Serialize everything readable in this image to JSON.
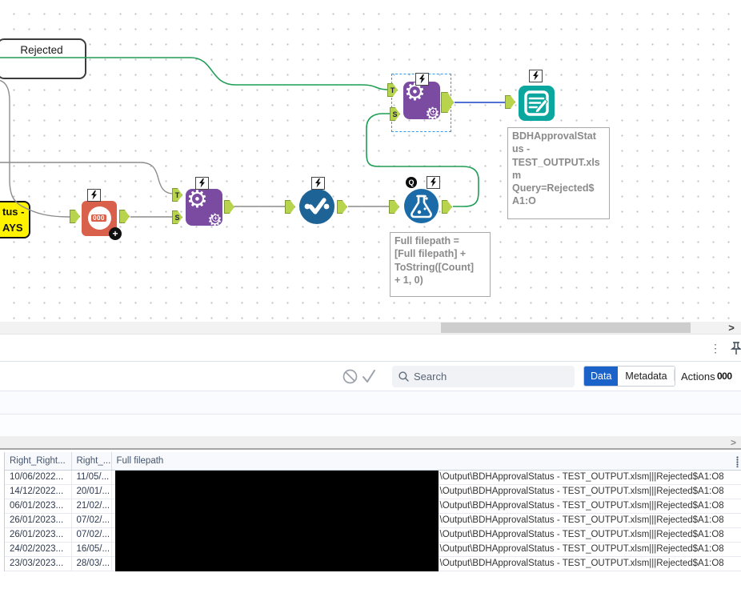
{
  "canvas": {
    "rejected_label": "Rejected",
    "yellow_note_line1": "tus -",
    "yellow_note_line2": "AYS",
    "anchors": {
      "t": "T",
      "s": "S"
    },
    "record_id_counter": "000",
    "record_id_plus": "+",
    "gear_glyph": "⚙",
    "gear_plus": "+",
    "q_badge": "Q",
    "output_annotation": "BDHApprovalStat\nus -\nTEST_OUTPUT.xls\nm\nQuery=Rejected$\nA1:O",
    "formula_annotation": "Full filepath =\n[Full filepath] +\nToString([Count]\n+ 1, 0)",
    "colors": {
      "connection_green": "#1d9e54",
      "connection_gray": "#8c8c8c",
      "connection_blue": "#3b5bd1",
      "macro_purple": "#7a4ba0",
      "record_id_orange": "#d9604a",
      "select_blue": "#1e6396",
      "formula_blue": "#1a6ba8",
      "output_teal": "#0ba79f",
      "anchor_green": "#b8d44c"
    },
    "scrollbar_arrow": ">"
  },
  "results_panel": {
    "kebab_glyph": "⋮",
    "search_placeholder": "Search",
    "data_button": "Data",
    "metadata_button": "Metadata",
    "separator": "|",
    "actions_label": "Actions",
    "actions_badge": "000",
    "strip_arrow": ">"
  },
  "table": {
    "columns": [
      "Right_Right...",
      "Right_...",
      "Full filepath"
    ],
    "rows": [
      {
        "c1": "10/06/2022...",
        "c2": "11/05/...",
        "c3": "\\Output\\BDHApprovalStatus - TEST_OUTPUT.xlsm|||Rejected$A1:O8"
      },
      {
        "c1": "14/12/2022...",
        "c2": "20/01/...",
        "c3": "\\Output\\BDHApprovalStatus - TEST_OUTPUT.xlsm|||Rejected$A1:O8"
      },
      {
        "c1": "06/01/2023...",
        "c2": "21/02/...",
        "c3": "\\Output\\BDHApprovalStatus - TEST_OUTPUT.xlsm|||Rejected$A1:O8"
      },
      {
        "c1": "26/01/2023...",
        "c2": "07/02/...",
        "c3": "\\Output\\BDHApprovalStatus - TEST_OUTPUT.xlsm|||Rejected$A1:O8"
      },
      {
        "c1": "26/01/2023...",
        "c2": "07/02/...",
        "c3": "\\Output\\BDHApprovalStatus - TEST_OUTPUT.xlsm|||Rejected$A1:O8"
      },
      {
        "c1": "24/02/2023...",
        "c2": "16/05/...",
        "c3": "\\Output\\BDHApprovalStatus - TEST_OUTPUT.xlsm|||Rejected$A1:O8"
      },
      {
        "c1": "23/03/2023...",
        "c2": "28/03/...",
        "c3": "\\Output\\BDHApprovalStatus - TEST_OUTPUT.xlsm|||Rejected$A1:O8"
      }
    ]
  }
}
